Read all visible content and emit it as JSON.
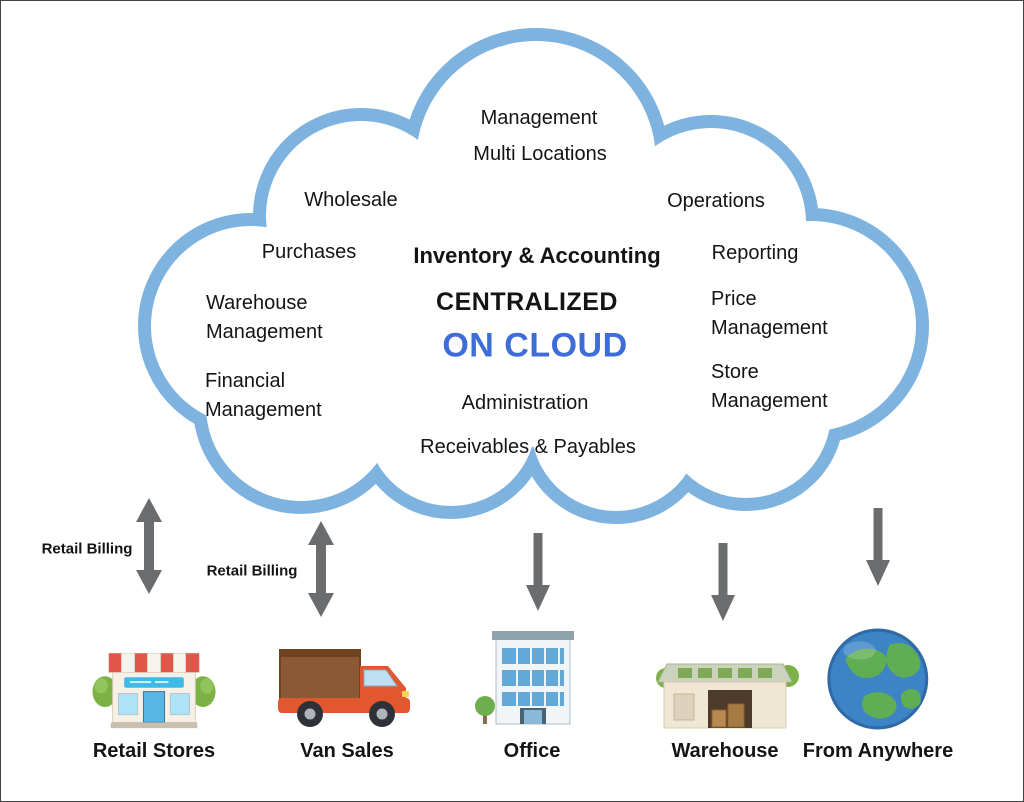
{
  "cloud": {
    "labels": {
      "management": "Management",
      "multi_locations": "Multi Locations",
      "wholesale": "Wholesale",
      "operations": "Operations",
      "purchases": "Purchases",
      "inventory_accounting": "Inventory & Accounting",
      "reporting": "Reporting",
      "warehouse_management": "Warehouse Management",
      "centralized": "CENTRALIZED",
      "price_management": "Price Management",
      "on_cloud": "ON CLOUD",
      "financial_management": "Financial Management",
      "store_management": "Store Management",
      "administration": "Administration",
      "receivables_payables": "Receivables & Payables"
    }
  },
  "arrows": {
    "retail_billing_1": "Retail Billing",
    "retail_billing_2": "Retail Billing"
  },
  "endpoints": [
    {
      "icon": "retail-store-icon",
      "label": "Retail Stores"
    },
    {
      "icon": "van-icon",
      "label": "Van Sales"
    },
    {
      "icon": "office-building-icon",
      "label": "Office"
    },
    {
      "icon": "warehouse-icon",
      "label": "Warehouse"
    },
    {
      "icon": "globe-icon",
      "label": "From Anywhere"
    }
  ],
  "colors": {
    "cloud_outline": "#7eb3e0",
    "on_cloud_text": "#3e6dd8",
    "arrow": "#6b6c6e",
    "text": "#141414"
  }
}
